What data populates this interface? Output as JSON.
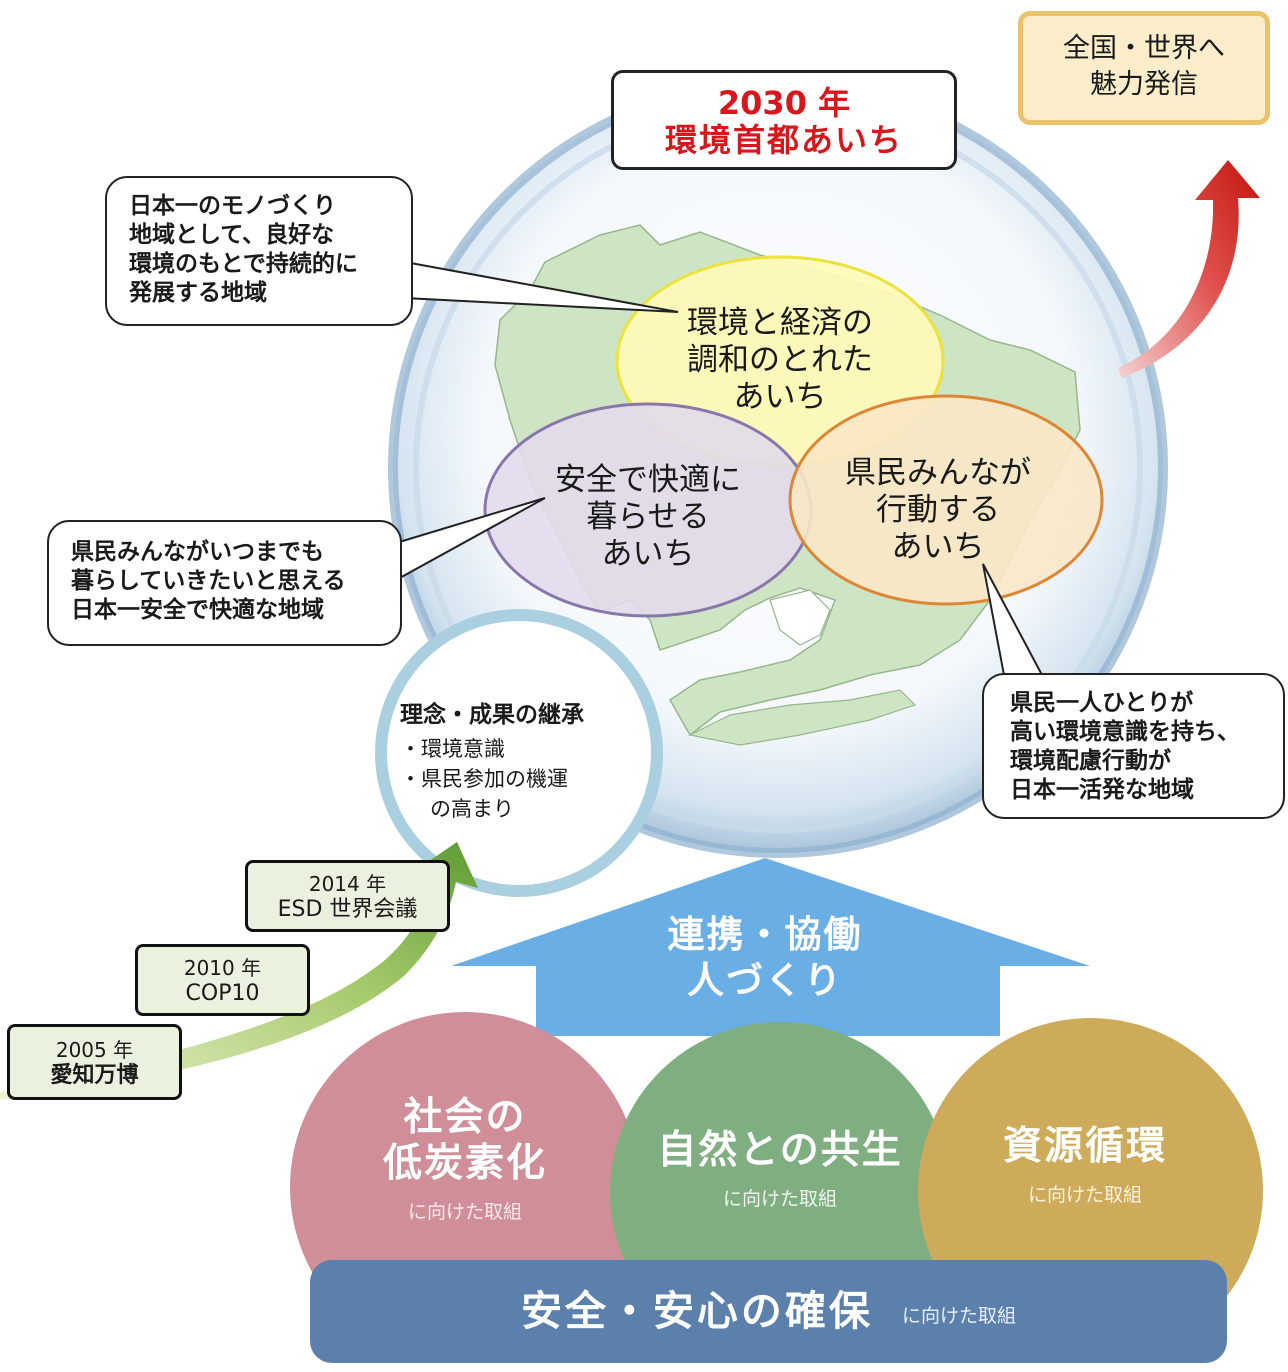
{
  "goal": {
    "year": "2030 年",
    "title": "環境首都あいち"
  },
  "outreach": {
    "line1": "全国・世界へ",
    "line2": "魅力発信"
  },
  "visions": {
    "economy": {
      "lines": [
        "環境と経済の",
        "調和のとれた",
        "あいち"
      ]
    },
    "safety": {
      "lines": [
        "安全で快適に",
        "暮らせる",
        "あいち"
      ]
    },
    "action": {
      "lines": [
        "県民みんなが",
        "行動する",
        "あいち"
      ]
    }
  },
  "callouts": {
    "economy": {
      "lines": [
        "日本一のモノづくり",
        "地域として、良好な",
        "環境のもとで持続的に",
        "発展する地域"
      ]
    },
    "safety": {
      "lines": [
        "県民みんながいつまでも",
        "暮らしていきたいと思える",
        "日本一安全で快適な地域"
      ]
    },
    "action": {
      "lines": [
        "県民一人ひとりが",
        "高い環境意識を持ち、",
        "環境配慮行動が",
        "日本一活発な地域"
      ]
    }
  },
  "legacy": {
    "title": "理念・成果の継承",
    "items": [
      "・環境意識",
      "・県民参加の機運"
    ],
    "item_cont": "の高まり"
  },
  "milestones": [
    {
      "year": "2005 年",
      "event": "愛知万博"
    },
    {
      "year": "2010 年",
      "event": "COP10"
    },
    {
      "year": "2014 年",
      "event": "ESD 世界会議"
    }
  ],
  "foundation": {
    "line1": "連携・協働",
    "line2": "人づくり"
  },
  "pillars": [
    {
      "title_lines": [
        "社会の",
        "低炭素化"
      ],
      "sub": "に向けた取組",
      "color": "#cf8e98"
    },
    {
      "title_lines": [
        "自然との共生"
      ],
      "sub": "に向けた取組",
      "color": "#7fae80"
    },
    {
      "title_lines": [
        "資源循環"
      ],
      "sub": "に向けた取組",
      "color": "#cdab5a"
    }
  ],
  "base": {
    "title": "安全・安心の確保",
    "sub": "に向けた取組",
    "color": "#5b80ac"
  }
}
